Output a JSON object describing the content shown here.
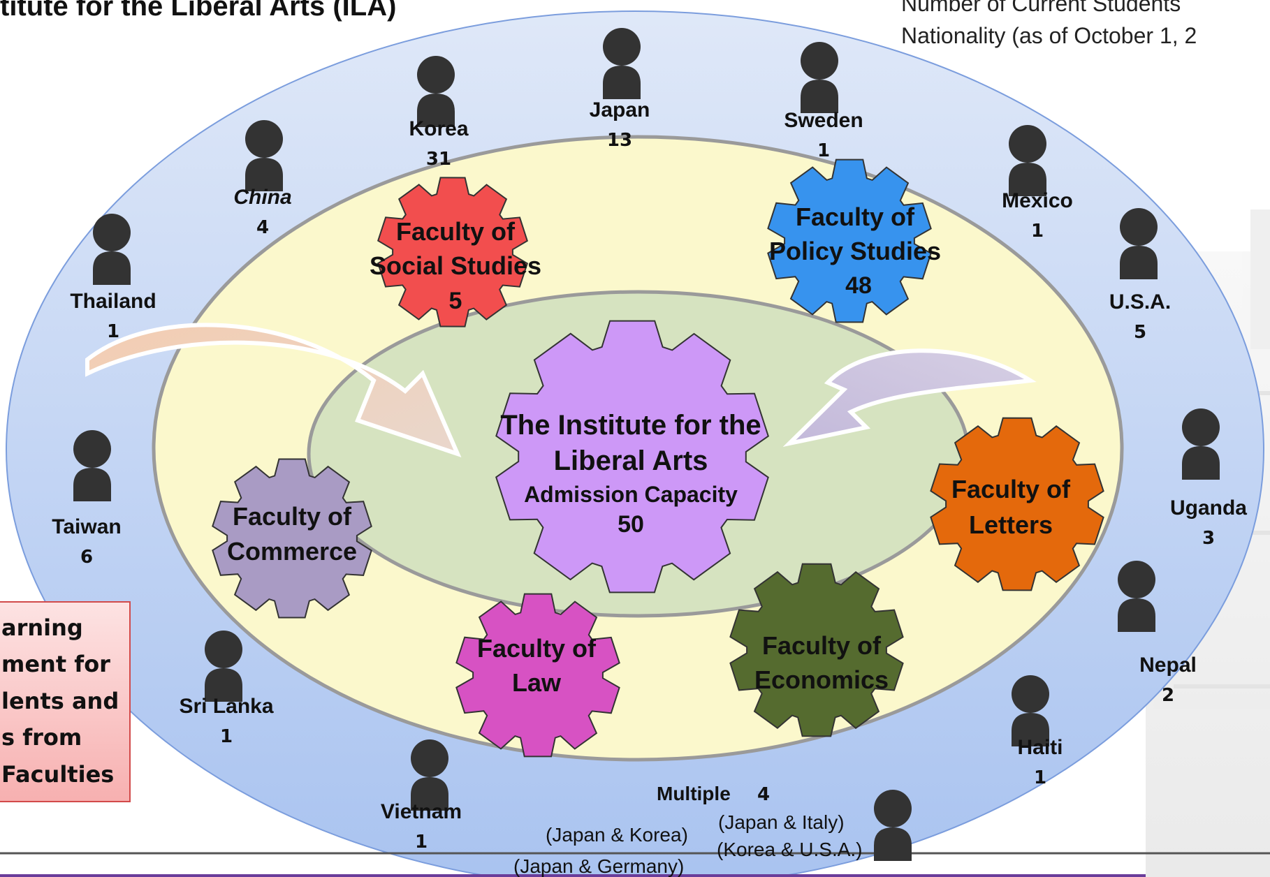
{
  "header": {
    "title": "titute for the Liberal Arts (ILA)",
    "subtitle_line1": "Number of Current Students",
    "subtitle_line2": "Nationality (as of October 1, 2"
  },
  "colors": {
    "outer_ring": "#bcd0f2",
    "middle_ring": "#fbf8cc",
    "inner_ring": "#d6e3c0",
    "person": "#333333",
    "social": "#f24e4e",
    "policy": "#3793ee",
    "center": "#cd98f7",
    "letters": "#e4690c",
    "commerce": "#a99bc4",
    "law": "#d752c3",
    "economics": "#556b2f",
    "callout_fill": "#fbd0d0",
    "callout_border": "#d24a4a"
  },
  "countries": [
    {
      "name": "Korea",
      "count": "31"
    },
    {
      "name": "Japan",
      "count": "13"
    },
    {
      "name": "Sweden",
      "count": "1"
    },
    {
      "name": "Mexico",
      "count": "1"
    },
    {
      "name": "U.S.A.",
      "count": "5"
    },
    {
      "name": "China",
      "count": "4"
    },
    {
      "name": "Thailand",
      "count": "1"
    },
    {
      "name": "Taiwan",
      "count": "6"
    },
    {
      "name": "Uganda",
      "count": "3"
    },
    {
      "name": "Nepal",
      "count": "2"
    },
    {
      "name": "Sri Lanka",
      "count": "1"
    },
    {
      "name": "Haiti",
      "count": "1"
    },
    {
      "name": "Vietnam",
      "count": "1"
    }
  ],
  "multiple": {
    "label": "Multiple",
    "count": "4",
    "pairs": [
      "(Japan & Korea)",
      "(Japan & Italy)",
      "(Korea & U.S.A.)",
      "(Japan & Germany)"
    ]
  },
  "faculties": {
    "social": {
      "line1": "Faculty of",
      "line2": "Social Studies",
      "count": "5"
    },
    "policy": {
      "line1": "Faculty of",
      "line2": "Policy Studies",
      "count": "48"
    },
    "letters": {
      "line1": "Faculty of",
      "line2": "Letters"
    },
    "commerce": {
      "line1": "Faculty of",
      "line2": "Commerce"
    },
    "law": {
      "line1": "Faculty of",
      "line2": "Law"
    },
    "economics": {
      "line1": "Faculty of",
      "line2": "Economics"
    }
  },
  "center": {
    "line1": "The Institute for the",
    "line2": "Liberal Arts",
    "capacity_label": "Admission Capacity",
    "capacity": "50"
  },
  "callout": {
    "lines": [
      "arning",
      "ment for",
      "lents and",
      "s from",
      "Faculties"
    ]
  }
}
